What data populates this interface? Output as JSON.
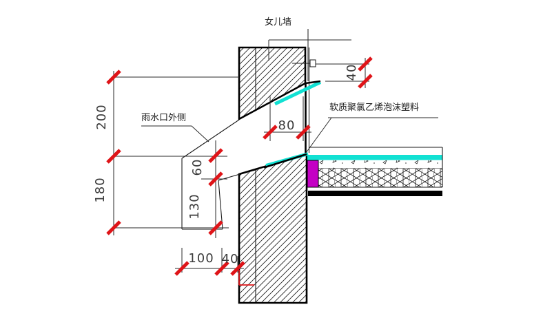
{
  "drawing": {
    "labels": {
      "parapet": "女儿墙",
      "scupper": "雨水口外侧",
      "foam": "软质聚氯乙烯泡沫塑料"
    },
    "dimensions": {
      "left_upper": "200",
      "left_lower": "180",
      "spout_opening": "60",
      "spout_lower": "130",
      "throat_width": "80",
      "flashing_offset": "40",
      "bottom_overhang": "100",
      "bottom_inset": "40"
    },
    "colors": {
      "waterproof_membrane": "#12e1d3",
      "foam_filler": "#c400c4",
      "dimension_tick": "#df1418"
    }
  }
}
